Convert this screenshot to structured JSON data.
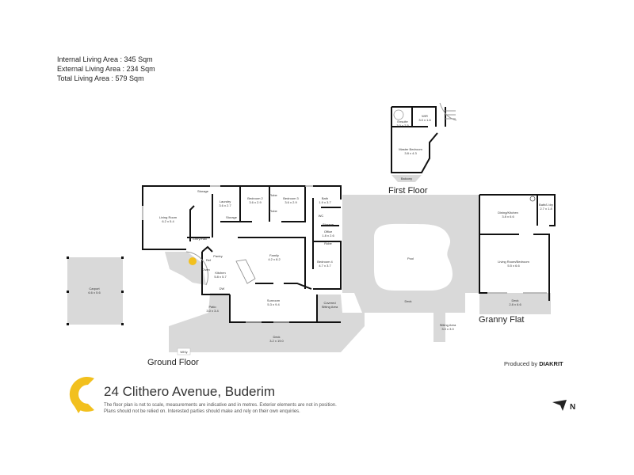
{
  "stats": {
    "internal": "Internal Living Area : 345 Sqm",
    "external": "External Living Area : 234 Sqm",
    "total": "Total Living Area : 579 Sqm"
  },
  "floors": {
    "ground": "Ground Floor",
    "first": "First Floor",
    "granny": "Granny Flat"
  },
  "rooms": {
    "living_room": {
      "name": "Living Room",
      "size": "6.2 x 5.4"
    },
    "storage_stair": {
      "name": "Storage"
    },
    "laundry": {
      "name": "Laundry",
      "size": "3.6 x 2.7"
    },
    "laundry_storage": {
      "name": "Storage"
    },
    "bedroom2": {
      "name": "Bedroom 2",
      "size": "3.6 x 2.9"
    },
    "robe1": {
      "name": "Robe"
    },
    "robe2": {
      "name": "Robe"
    },
    "bedroom3": {
      "name": "Bedroom 3",
      "size": "3.6 x 2.9"
    },
    "bath": {
      "name": "Bath",
      "size": "1.9 x 3.7"
    },
    "wc": {
      "name": "WC"
    },
    "storage_hall": {
      "name": "Storage"
    },
    "office": {
      "name": "Office",
      "size": "1.8 x 2.6"
    },
    "robe4": {
      "name": "Robe"
    },
    "bedroom4": {
      "name": "Bedroom 4",
      "size": "4.7 x 3.7"
    },
    "entry": {
      "name": "Entry/Hall"
    },
    "pantry": {
      "name": "Pantry"
    },
    "ref": {
      "name": "Ref"
    },
    "oven": {
      "name": "Oven"
    },
    "dw": {
      "name": "DW"
    },
    "kitchen": {
      "name": "Kitchen",
      "size": "5.8 x 5.7"
    },
    "family": {
      "name": "Family",
      "size": "4.2 x 8.2"
    },
    "sunroom": {
      "name": "Sunroom",
      "size": "5.3 x 9.4"
    },
    "covered": {
      "name": "Covered",
      "name2": "Sitting Area"
    },
    "patio": {
      "name": "Patio",
      "size": "3.0 x 3.4"
    },
    "deck_main": {
      "name": "Deck",
      "size": "3.2 x 19.0"
    },
    "wkly": {
      "name": "WKly"
    },
    "carport": {
      "name": "Carport",
      "size": "6.6 x 5.6"
    },
    "ensuite": {
      "name": "Ensuite",
      "size": "3.0 x 2.5"
    },
    "wir": {
      "name": "WIR",
      "size": "3.0 x 1.6"
    },
    "master": {
      "name": "Master Bedroom",
      "size": "3.8 x 4.3"
    },
    "balcony": {
      "name": "Balcony"
    },
    "pool": {
      "name": "Pool"
    },
    "deck_pool": {
      "name": "Deck"
    },
    "sitting": {
      "name": "Sitting Area",
      "size": "3.0 x 3.0"
    },
    "dining_kitchen": {
      "name": "Dining/Kitchen",
      "size": "3.8 x 6.6"
    },
    "bath_ldry": {
      "name": "Bath/L'dry",
      "size": "2.7 x 1.8"
    },
    "living_bedroom": {
      "name": "Living Room/Bedroom",
      "size": "5.5 x 6.6"
    },
    "deck_granny": {
      "name": "Deck",
      "size": "2.8 x 6.6"
    }
  },
  "footer": {
    "address": "24 Clithero Avenue, Buderim",
    "note1": "The floor plan is not to scale, measurements are indicative and in metres. Exterior elements are not in position.",
    "note2": "Plans should not be relied on. Interested parties should make and rely on their own enquiries.",
    "produced_prefix": "Produced by ",
    "produced_brand": "DIAKRIT",
    "north": "N"
  },
  "colors": {
    "wall": "#111111",
    "outdoor": "#d9d9d9",
    "brand_yellow": "#f2c01e"
  }
}
